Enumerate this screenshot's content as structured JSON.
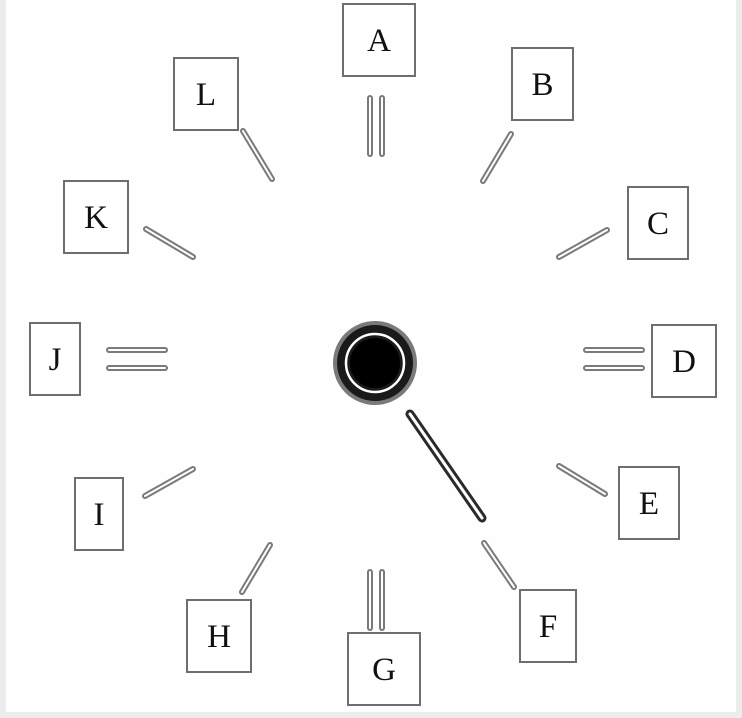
{
  "labels": [
    "A",
    "B",
    "C",
    "D",
    "E",
    "F",
    "G",
    "H",
    "I",
    "J",
    "K",
    "L"
  ],
  "colors": {
    "background": "#fefefe",
    "outline": "#6e6e6e",
    "hub": "#000000"
  }
}
